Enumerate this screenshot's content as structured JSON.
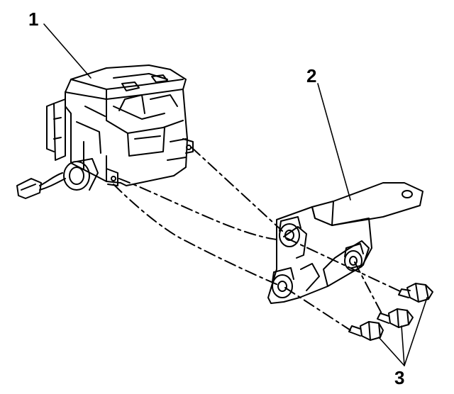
{
  "callouts": {
    "part1": "1",
    "part2": "2",
    "part3": "3"
  },
  "colors": {
    "line": "#000000",
    "background": "#ffffff"
  }
}
